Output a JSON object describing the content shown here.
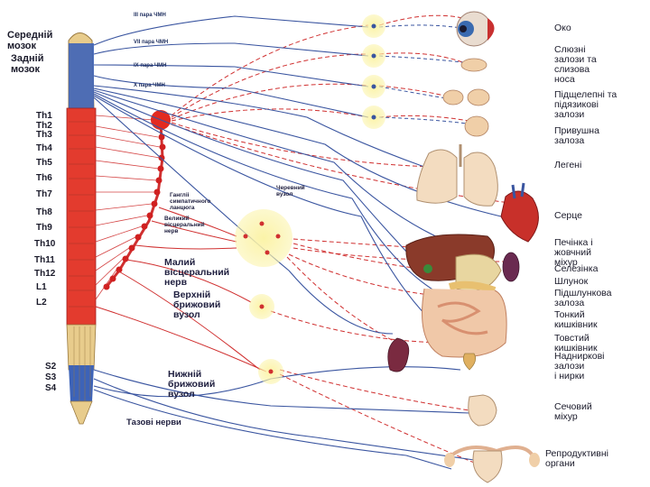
{
  "left_labels": {
    "midbrain": "Середній\nмозок",
    "hindbrain": "Задній\nмозок",
    "pelvic_nerves": "Тазові нерви"
  },
  "spinal_segments": [
    "Th1",
    "Th2",
    "Th3",
    "Th4",
    "Th5",
    "Th6",
    "Th7",
    "Th8",
    "Th9",
    "Th10",
    "Th11",
    "Th12",
    "L1",
    "L2",
    "S2",
    "S3",
    "S4"
  ],
  "cranial_nerves": [
    "III пара ЧМН",
    "VII пара ЧМН",
    "IX пара ЧМН",
    "X пара ЧМН"
  ],
  "ganglia_labels": {
    "sympathetic_chain": "Гангліі\nсимпатичного\nланцюга",
    "celiac_node": "Черевний\nвузол",
    "greater_splanchnic": "Великий\nвісцеральний\nнерв",
    "lesser_splanchnic": "Малий\nвісцеральний\nнерв",
    "superior_mesenteric": "Верхній\nбрижовий\nвузол",
    "inferior_mesenteric": "Нижній\nбрижовий\nвузол"
  },
  "organs": [
    "Око",
    "Слюзні\nзалози та\nслизова\nноса",
    "Підщелепні та\nпідязикові\nзалози",
    "Привушна\nзалоза",
    "Легені",
    "Серце",
    "Печінка і\nжовчний\nміхур",
    "Селезінка",
    "Шлунок",
    "Підшлункова\nзалоза",
    "Тонкий\nкишківник",
    "Товстий\nкишківник",
    "Надниркові\nзалози\nі нирки",
    "Сечовий\nміхур",
    "Репродуктивні\nоргани"
  ],
  "colors": {
    "sympathetic": "#d03030",
    "parasympathetic": "#3a55a0",
    "ganglion_fill": "#fbf3a8",
    "spine_red": "#e33b2e",
    "spine_blue": "#3d63b8",
    "spine_tan": "#e8cc8c"
  }
}
